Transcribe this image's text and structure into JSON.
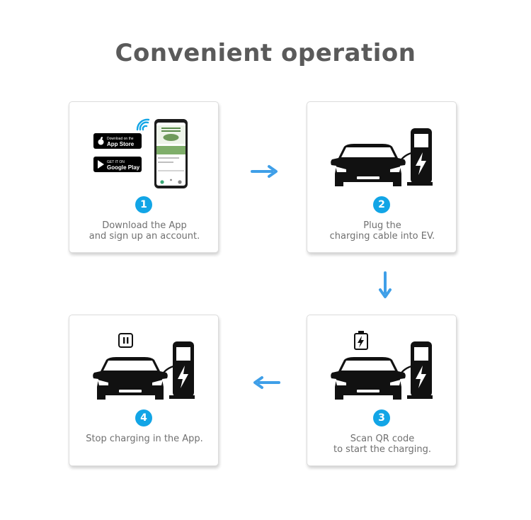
{
  "title": "Convenient operation",
  "colors": {
    "accent": "#12a5e6",
    "arrow": "#3f9fe8",
    "title": "#5a5a5a",
    "text": "#707070"
  },
  "steps": [
    {
      "number": "1",
      "lines": [
        "Download the App",
        "and sign up an account."
      ],
      "app_store": {
        "small": "Download on the",
        "big": "App Store"
      },
      "google_play": {
        "small": "GET IT ON",
        "big": "Google Play"
      }
    },
    {
      "number": "2",
      "lines": [
        "Plug the",
        "charging cable into EV."
      ]
    },
    {
      "number": "3",
      "lines": [
        "Scan QR code",
        "to start the charging."
      ]
    },
    {
      "number": "4",
      "lines": [
        "Stop charging in the App."
      ]
    }
  ],
  "icons": [
    "wifi-icon",
    "apple-icon",
    "google-play-icon",
    "phone-icon",
    "car-icon",
    "charging-station-icon",
    "lightning-bolt-icon",
    "battery-charging-icon",
    "pause-icon",
    "arrow-right-icon",
    "arrow-down-icon",
    "arrow-left-icon"
  ]
}
